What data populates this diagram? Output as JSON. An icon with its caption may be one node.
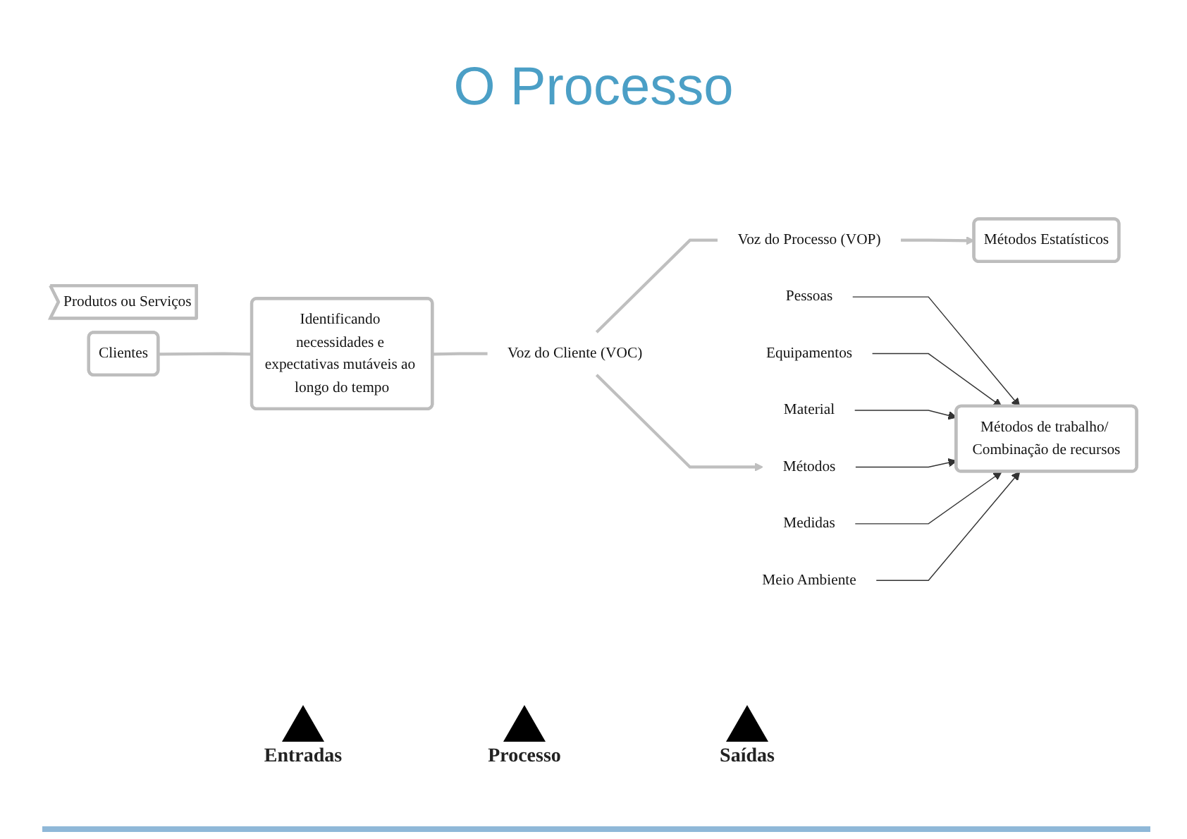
{
  "diagram": {
    "title": "O Processo",
    "nodes": [
      {
        "text": [
          "Voz do Processo (VOP)"
        ]
      },
      {
        "text": [
          "Métodos Estatísticos"
        ]
      },
      {
        "text": [
          "Pessoas"
        ]
      },
      {
        "text": [
          "Equipamentos"
        ]
      },
      {
        "text": [
          "Material"
        ]
      },
      {
        "text": [
          "Métodos"
        ]
      },
      {
        "text": [
          "Medidas"
        ]
      },
      {
        "text": [
          "Meio Ambiente"
        ]
      },
      {
        "text": [
          "Métodos de trabalho/ Combinação de recursos"
        ]
      },
      {
        "text": [
          "Produtos ou Serviços"
        ]
      },
      {
        "text": [
          "Clientes"
        ]
      },
      {
        "text": [
          "Identificando necessidades e expectativas mutáveis ao longo do tempo"
        ]
      },
      {
        "text": [
          "Voz do Cliente (VOC)"
        ]
      }
    ],
    "edges": [
      {
        "from": 0,
        "to": 1,
        "arrow": "to",
        "color": "#bfbfbf"
      },
      {
        "from": 2,
        "to": 8,
        "arrow": "to"
      },
      {
        "from": 3,
        "to": 8,
        "arrow": "to"
      },
      {
        "from": 4,
        "to": 8,
        "arrow": "to"
      },
      {
        "from": 5,
        "to": 8,
        "arrow": "to"
      },
      {
        "from": 6,
        "to": 8,
        "arrow": "to"
      },
      {
        "from": 7,
        "to": 8,
        "arrow": "to"
      },
      {
        "from": 10,
        "to": 11,
        "arrow": "none",
        "color": "#bfbfbf"
      },
      {
        "from": 11,
        "to": 12,
        "arrow": "none",
        "color": "#bfbfbf"
      },
      {
        "from": 12,
        "to": 0,
        "arrow": "none",
        "color": "#bfbfbf"
      },
      {
        "from": 12,
        "to": 5,
        "arrow": "to",
        "color": "#bfbfbf"
      }
    ],
    "labels": [
      "Entradas",
      "Processo",
      "Saídas"
    ]
  }
}
